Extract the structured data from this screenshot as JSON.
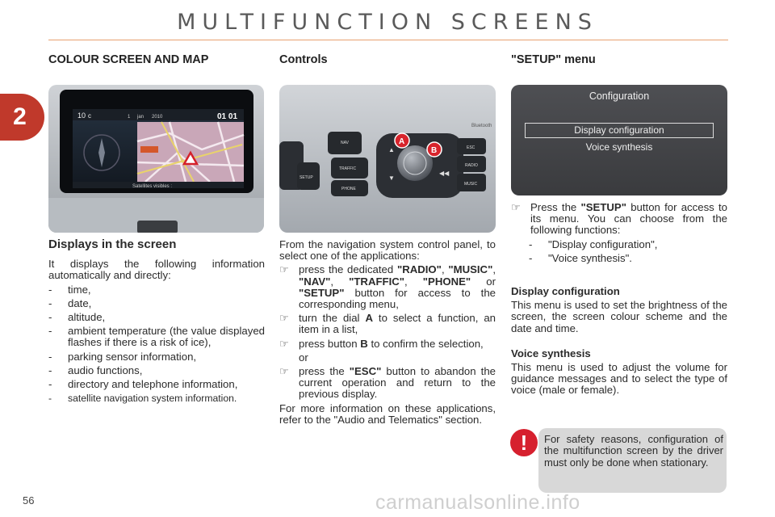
{
  "header": {
    "title": "MULTIFUNCTION SCREENS"
  },
  "chapter": "2",
  "page_number": "56",
  "col1": {
    "heading": "COLOUR SCREEN AND MAP",
    "subheading": "Displays in the screen",
    "intro": "It displays the following information automatically and directly:",
    "items": [
      "time,",
      "date,",
      "altitude,",
      "ambient temperature (the value displayed flashes if there is a risk of ice),",
      "parking sensor information,",
      "audio functions,",
      "directory and telephone information,",
      "satellite navigation system information."
    ],
    "screen": {
      "temp": "10",
      "unit": "c",
      "day": "1",
      "month": "jan",
      "year": "2010",
      "time": "01 01",
      "satellites": "Satellites visibles :"
    }
  },
  "col2": {
    "heading": "Controls",
    "intro": "From the navigation system control panel, to select one of the applications:",
    "b1_pre": "press the dedicated ",
    "radio": "\"RADIO\"",
    "comma": ",",
    "music": "\"MUSIC\"",
    "nav": "\"NAV\"",
    "traffic": "\"TRAFFIC\"",
    "phone": "\"PHONE\"",
    "or_word": "or",
    "setup": "\"SETUP\"",
    "b1_post": " button for access to the corresponding menu,",
    "b2_pre": "turn the dial ",
    "dial_letter": "A",
    "b2_post": " to select a function, an item in a list,",
    "b3_pre": "press button ",
    "button_letter": "B",
    "b3_post": " to confirm the selection,",
    "or": "or",
    "b4_pre": "press the ",
    "esc": "\"ESC\"",
    "b4_post": " button to abandon the current operation and return to the previous display.",
    "footer": "For more information on these applications, refer to the \"Audio and Telematics\" section.",
    "panel": {
      "brand": "Bluetooth",
      "nav": "NAV",
      "traffic": "TRAFFIC",
      "phone": "PHONE",
      "setup": "SETUP",
      "esc": "ESC",
      "radio": "RADIO",
      "music": "MUSIC",
      "label_a": "A",
      "label_b": "B"
    }
  },
  "col3": {
    "heading": "\"SETUP\" menu",
    "menu": {
      "title": "Configuration",
      "item1": "Display configuration",
      "item2": "Voice synthesis"
    },
    "press_pre": "Press the ",
    "setup": "\"SETUP\"",
    "press_post": " button for access to its menu. You can choose from the following functions:",
    "options": [
      "\"Display configuration\",",
      "\"Voice synthesis\"."
    ],
    "display_heading": "Display configuration",
    "display_text": "This menu is used to set the brightness of the screen, the screen colour scheme and the date and time.",
    "voice_heading": "Voice synthesis",
    "voice_text": "This menu is used to adjust the volume for guidance messages and to select the type of voice (male or female)."
  },
  "warning": {
    "text": "For safety reasons, configuration of the multifunction screen by the driver must only be done when stationary."
  },
  "watermark": "carmanualsonline.info",
  "symbols": {
    "bullet": "☞",
    "dash": "-"
  }
}
